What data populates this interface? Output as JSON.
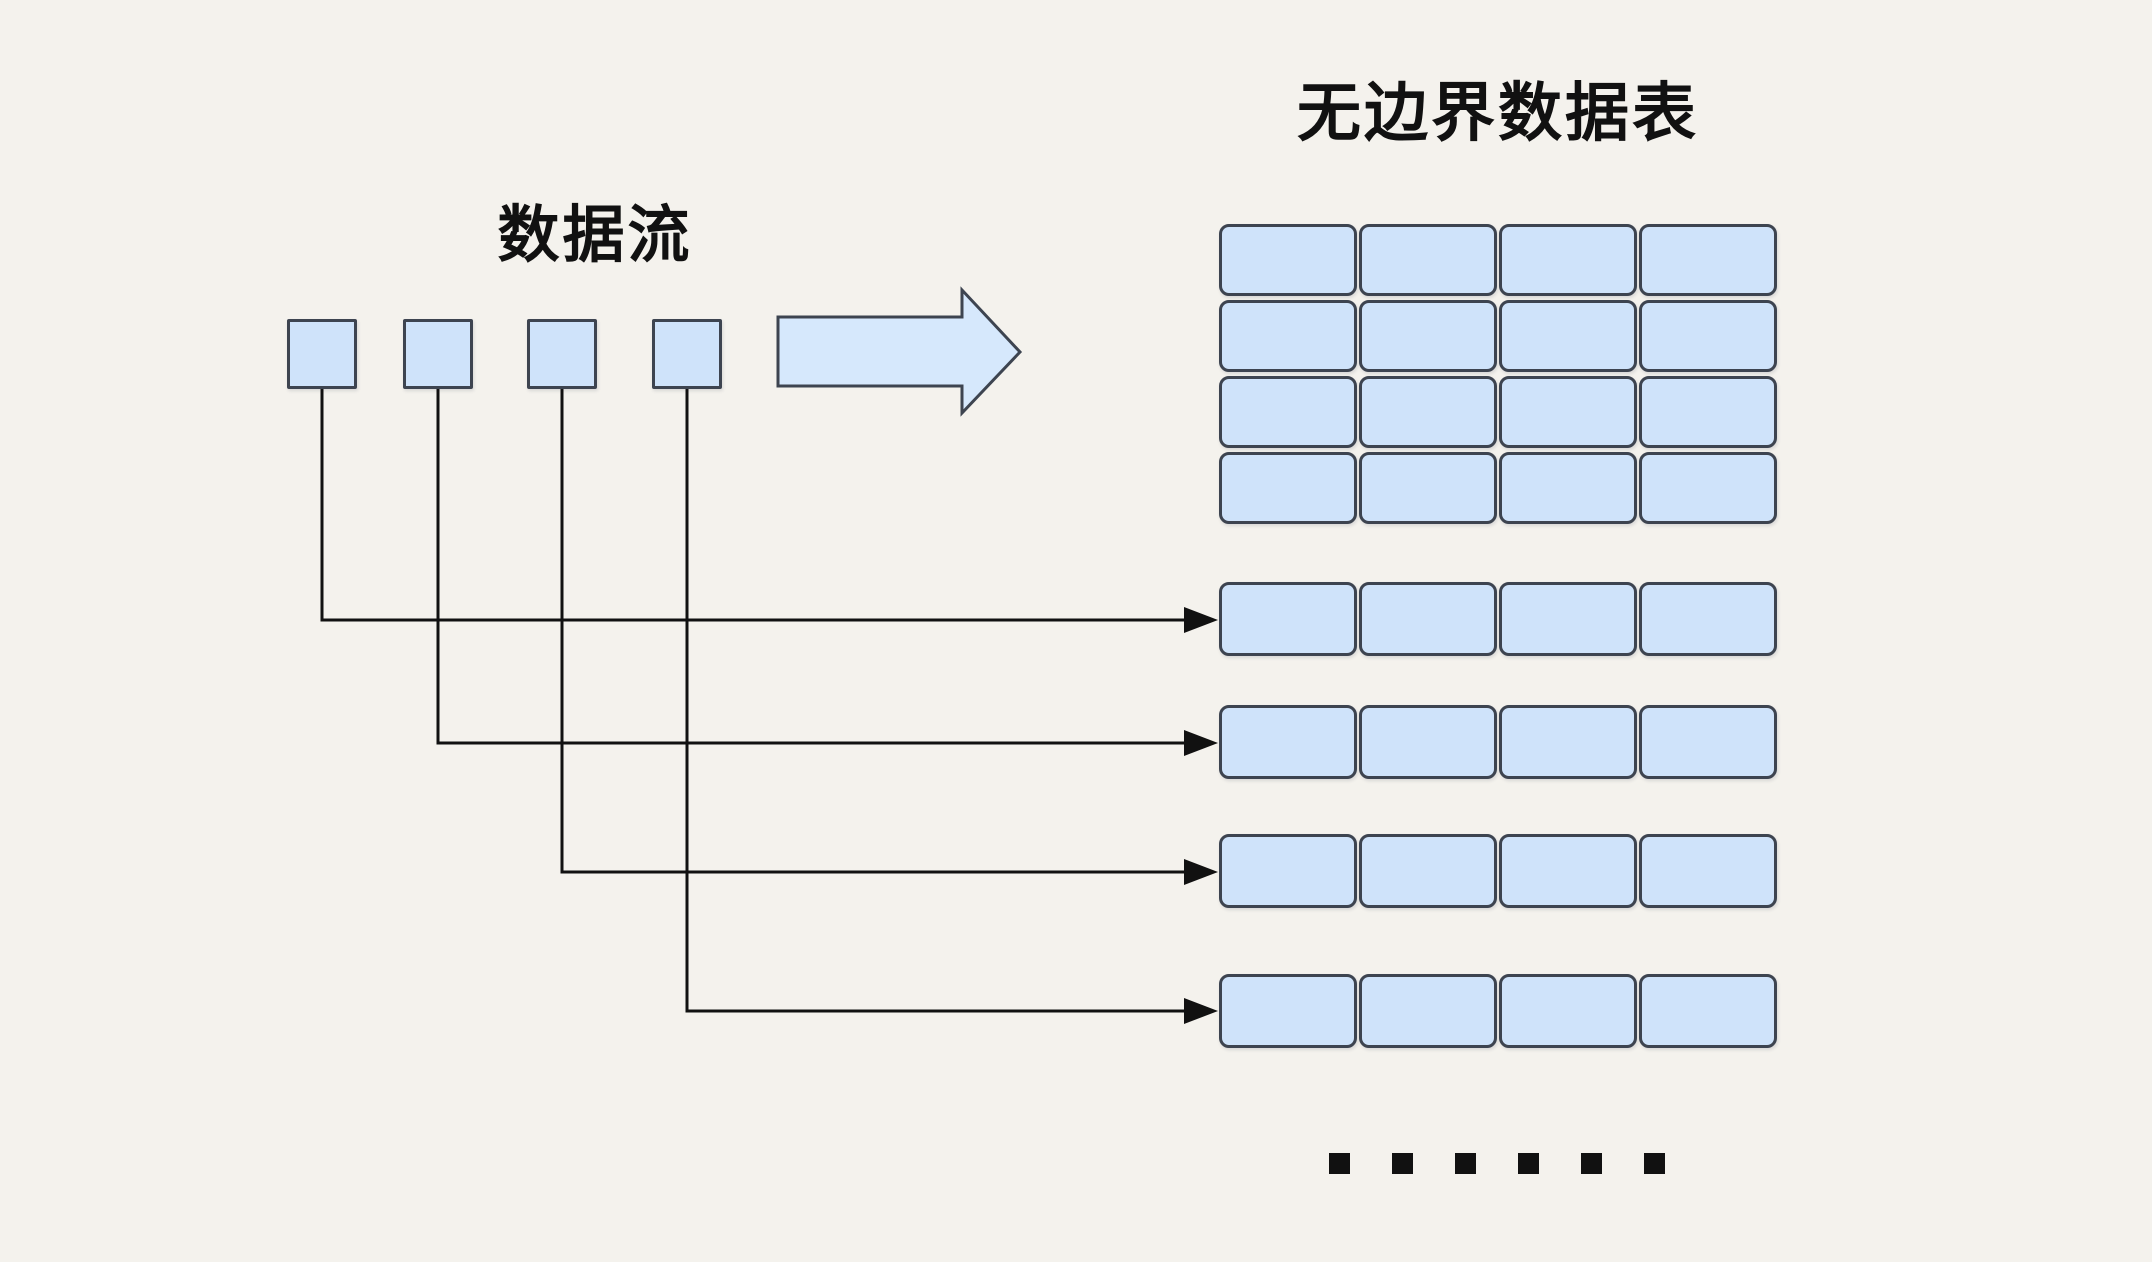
{
  "labels": {
    "table_title": "无边界数据表",
    "stream_title": "数据流"
  },
  "palette": {
    "background": "#f4f2ed",
    "shape_fill": "#cfe3fa",
    "shape_border": "#3d4450",
    "arrow_fill": "#d6e8fc",
    "line_color": "#111111",
    "dot_color": "#111111",
    "text_color": "#111111"
  },
  "stream": {
    "item_count": 4
  },
  "flow_arrow": {
    "direction": "right"
  },
  "table": {
    "grid_rows": 4,
    "grid_cols": 4,
    "detached_row_count": 4,
    "detached_row_cols": 4
  },
  "connector_count": 4,
  "ellipsis": {
    "dot_count": 6
  }
}
